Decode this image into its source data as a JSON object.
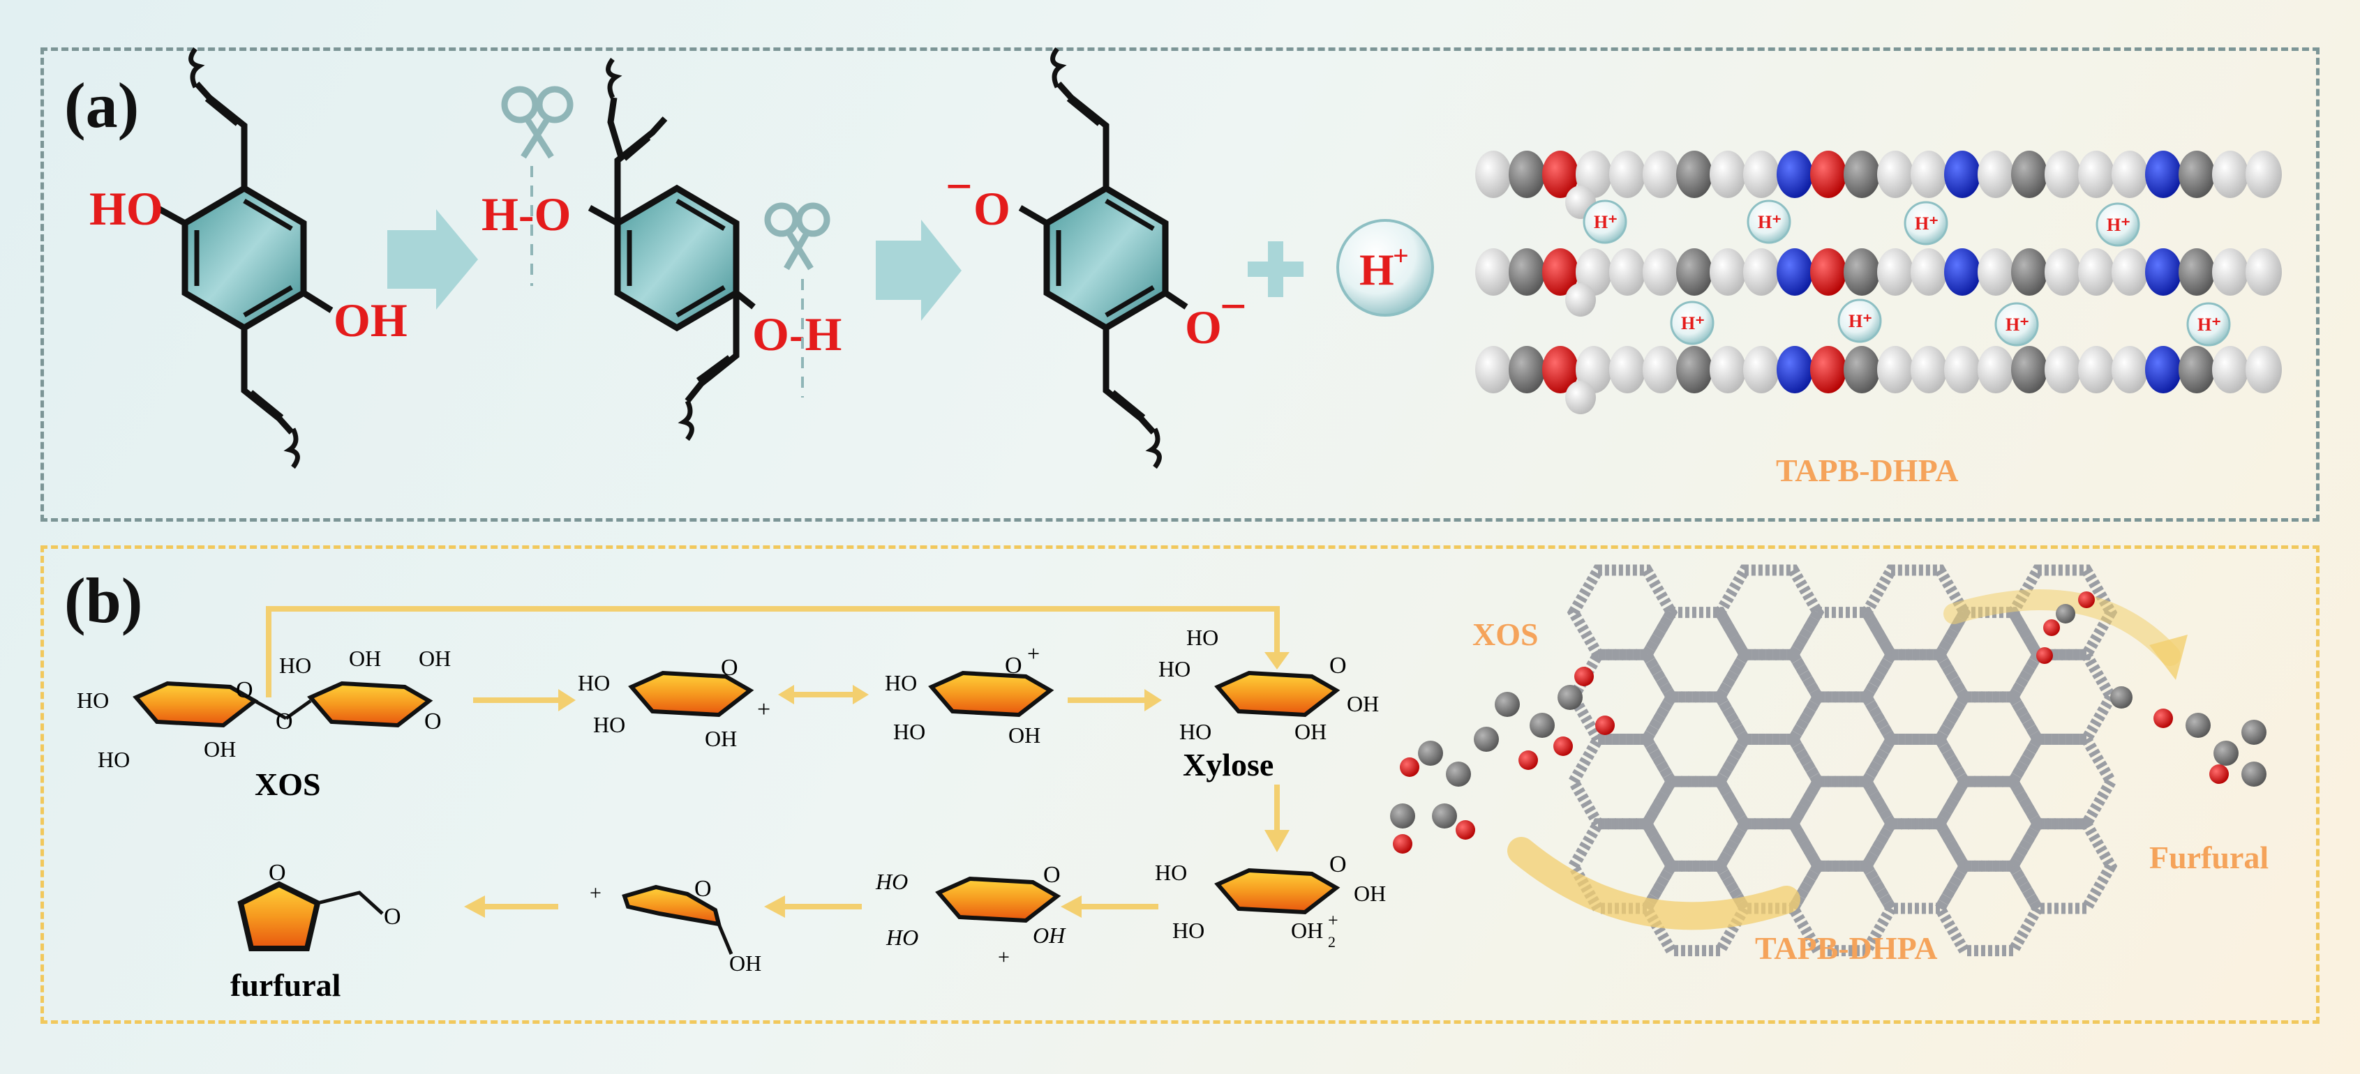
{
  "panel_a": {
    "label": "(a)",
    "groups": {
      "ho": "HO",
      "oh": "OH",
      "h_o": "H-O",
      "o_h": "O-H",
      "minus": "−",
      "o": "O",
      "h": "H",
      "plus": "+"
    },
    "framework_label": "TAPB-DHPA",
    "proton_small": "H⁺"
  },
  "panel_b": {
    "label": "(b)",
    "xos_label": "XOS",
    "xylose_label": "Xylose",
    "furfural_label": "furfural",
    "oh": "OH",
    "ho": "HO",
    "o": "O",
    "plus": "+",
    "oh2": "OH",
    "oh2_sub": "2",
    "oh2_sup": "+",
    "right": {
      "xos_label": "XOS",
      "furfural_label": "Furfural",
      "framework_label": "TAPB-DHPA"
    }
  },
  "colors": {
    "teal_ring": "#6fb3b5",
    "orange_ring": "#f08a1a",
    "arrow_teal": "#a9d6d8",
    "arrow_yellow": "#f3cf6f",
    "label_orange": "#f5a35a",
    "oxygen_red": "#e41b1b"
  }
}
